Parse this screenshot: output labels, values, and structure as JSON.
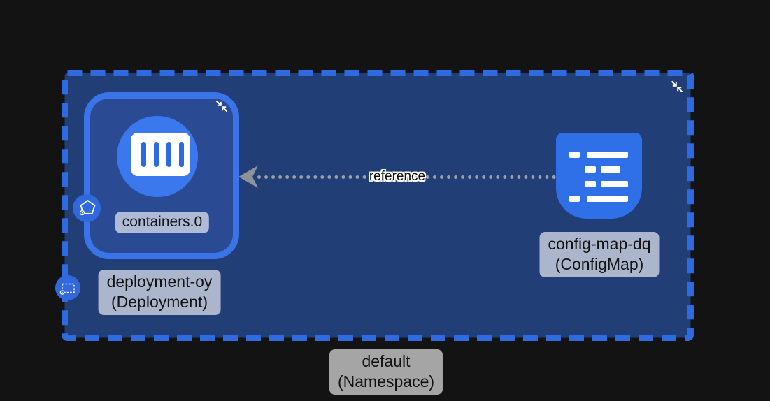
{
  "colors": {
    "background": "#131313",
    "namespace_border": "#2f6be0",
    "namespace_fill": "#223e76",
    "deployment_border": "#3b73e8",
    "deployment_fill": "#2a4b94",
    "container_circle_blue": "#3b78ee",
    "configmap_blue": "#2f6fe8",
    "icon_bar_blue": "#2c6ae2",
    "badge_blue": "#3168dd",
    "edge_dot_gray": "#9aa0a8",
    "edge_arrow_gray": "#8d929b",
    "label_bg": "rgba(255,255,255,0.62)",
    "label_text": "#121212"
  },
  "icons": {
    "collapse": "collapse-diagonal-arrows-icon",
    "container": "container-vertical-bars-icon",
    "configmap": "configmap-list-lines-icon",
    "deployment_badge": "pentagon-outline-badge-icon",
    "namespace_badge": "dashed-rectangle-badge-icon"
  },
  "namespace": {
    "name": "default",
    "kind": "(Namespace)"
  },
  "deployment": {
    "name": "deployment-oy",
    "kind": "(Deployment)"
  },
  "container": {
    "name": "containers.0"
  },
  "configmap": {
    "name": "config-map-dq",
    "kind": "(ConfigMap)"
  },
  "edge": {
    "label": "reference"
  }
}
